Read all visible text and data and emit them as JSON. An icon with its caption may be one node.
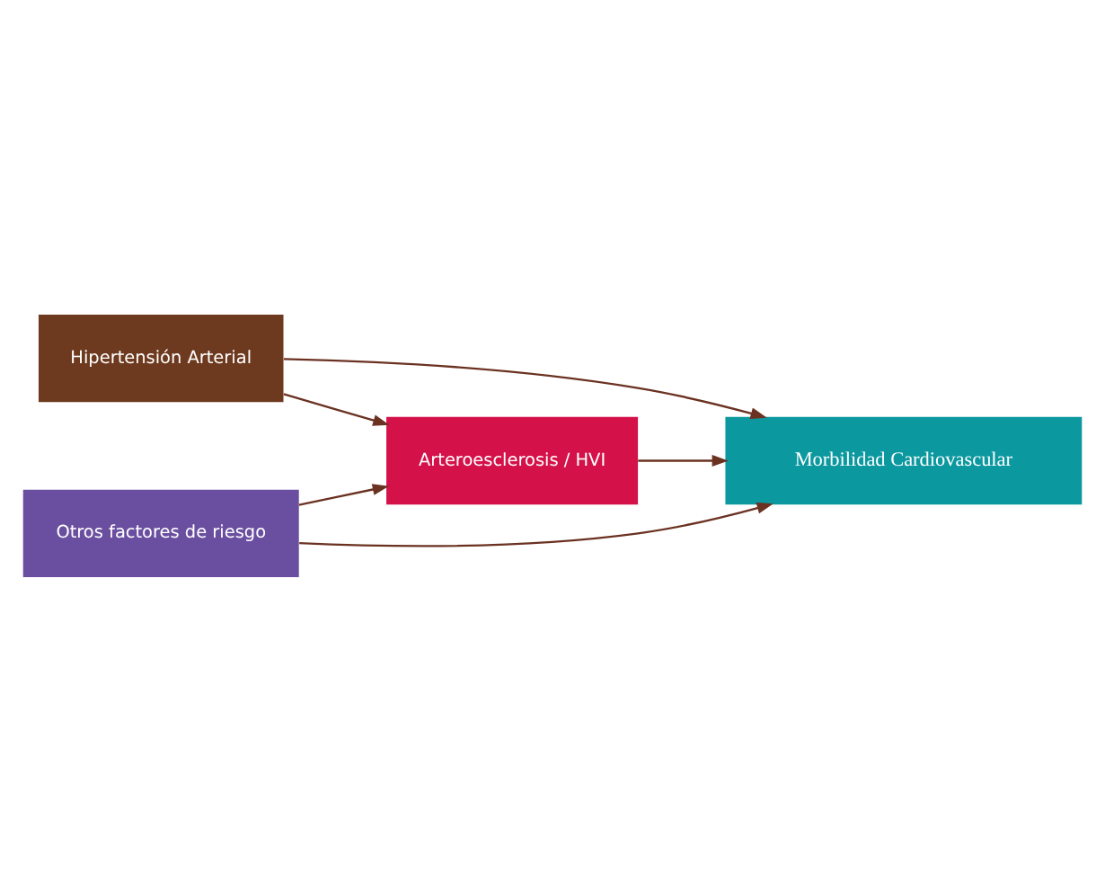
{
  "diagram": {
    "nodes": [
      {
        "text": [
          "Hipertensión Arterial"
        ]
      },
      {
        "text": [
          "Arteroesclerosis / HVI"
        ]
      },
      {
        "text": [
          "Morbilidad Cardiovascular"
        ]
      },
      {
        "text": [
          "Otros factores de riesgo"
        ]
      }
    ],
    "edges": [
      {
        "from": 0,
        "to": 1,
        "arrow": "to"
      },
      {
        "from": 0,
        "to": 2,
        "arrow": "to"
      },
      {
        "from": 1,
        "to": 2,
        "arrow": "to"
      },
      {
        "from": 3,
        "to": 1,
        "arrow": "to"
      },
      {
        "from": 3,
        "to": 2,
        "arrow": "to"
      }
    ]
  }
}
